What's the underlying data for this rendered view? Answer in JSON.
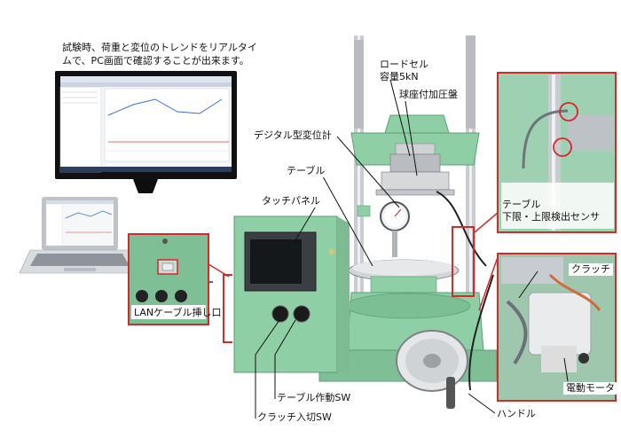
{
  "caption": {
    "line1": "試験時、荷重と変位のトレンドをリアルタイ",
    "line2": "ムで、PC画面で確認することが出来ます。"
  },
  "labels": {
    "load_cell": "ロードセル",
    "capacity": "容量5kN",
    "ball_seat": "球座付加圧盤",
    "digital_gauge": "デジタル型変位計",
    "table": "テーブル",
    "touch_panel": "タッチパネル",
    "lan_port": "LANケーブル挿し口",
    "table_sensor_1": "テーブル",
    "table_sensor_2": "下限・上限検出センサ",
    "clutch": "クラッチ",
    "motor": "電動モータ",
    "table_sw": "テーブル作動SW",
    "clutch_sw": "クラッチ入切SW",
    "handle": "ハンドル"
  },
  "colors": {
    "callout_red": "#d42a2a",
    "machine_green": "#8fcfa6",
    "machine_green_dark": "#5d9e78"
  }
}
